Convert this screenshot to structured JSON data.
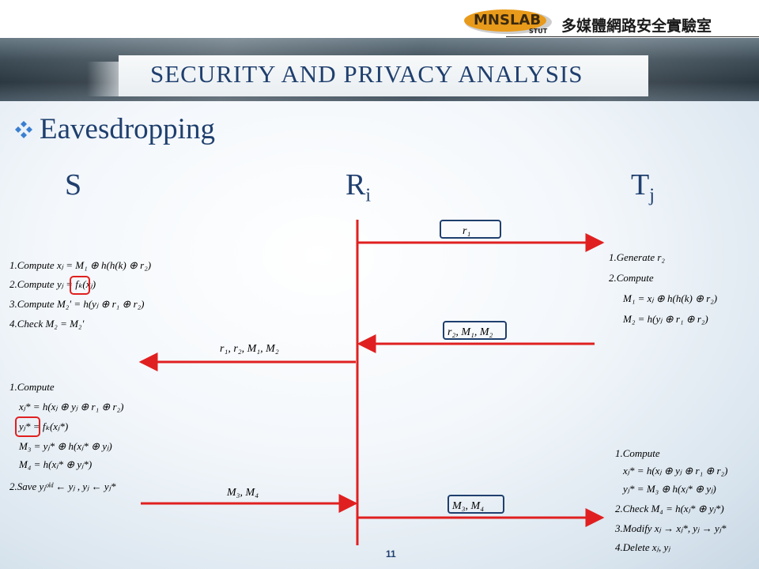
{
  "header": {
    "lab_logo_text": "MNSLAB",
    "lab_logo_sub": "STUT",
    "lab_name": "多媒體網路安全實驗室",
    "title": "SECURITY AND PRIVACY ANALYSIS"
  },
  "bullet": {
    "icon": "diamond-cluster-icon",
    "text": "Eavesdropping"
  },
  "entities": {
    "s": "S",
    "r_base": "R",
    "r_sub": "i",
    "t_base": "T",
    "t_sub": "j"
  },
  "messages": {
    "m1": "r₁",
    "m2": "r₂, M₁, M₂",
    "m3": "r₁, r₂, M₁, M₂",
    "m4": "M₃, M₄",
    "m5": "M₃, M₄"
  },
  "tag_steps_1": [
    "1.Generate r₂",
    "2.Compute",
    "M₁ = xⱼ ⊕ h(h(k) ⊕ r₂)",
    "M₂ = h(yⱼ ⊕ r₁ ⊕ r₂)"
  ],
  "server_steps_1": [
    "1.Compute  xⱼ = M₁ ⊕ h(h(k) ⊕ r₂)",
    "2.Compute  yⱼ = fₖ(xⱼ)",
    "3.Compute  M₂' = h(yⱼ ⊕ r₁ ⊕ r₂)",
    "4.Check  M₂ = M₂'"
  ],
  "server_steps_2": [
    "1.Compute",
    "xⱼ* = h(xⱼ ⊕ yⱼ ⊕ r₁ ⊕ r₂)",
    "yⱼ* = fₖ(xⱼ*)",
    "M₃ = yⱼ* ⊕ h(xⱼ* ⊕ yⱼ)",
    "M₄ = h(xⱼ* ⊕ yⱼ*)",
    "2.Save  yⱼᵒˡᵈ ← yⱼ , yⱼ ← yⱼ*"
  ],
  "tag_steps_2": [
    "1.Compute",
    "xⱼ* = h(xⱼ ⊕ yⱼ ⊕ r₁ ⊕ r₂)",
    "yⱼ* = M₃ ⊕ h(xⱼ* ⊕ yⱼ)",
    "2.Check  M₄ = h(xⱼ* ⊕ yⱼ*)",
    "3.Modify  xⱼ → xⱼ*, yⱼ → yⱼ*",
    "4.Delete  xⱼ, yⱼ"
  ],
  "colors": {
    "arrow": "#e02020",
    "box_border": "#1f3f6e",
    "title": "#1f3f6e",
    "highlight": "#e02020"
  },
  "footer": {
    "slide_number": "11"
  }
}
